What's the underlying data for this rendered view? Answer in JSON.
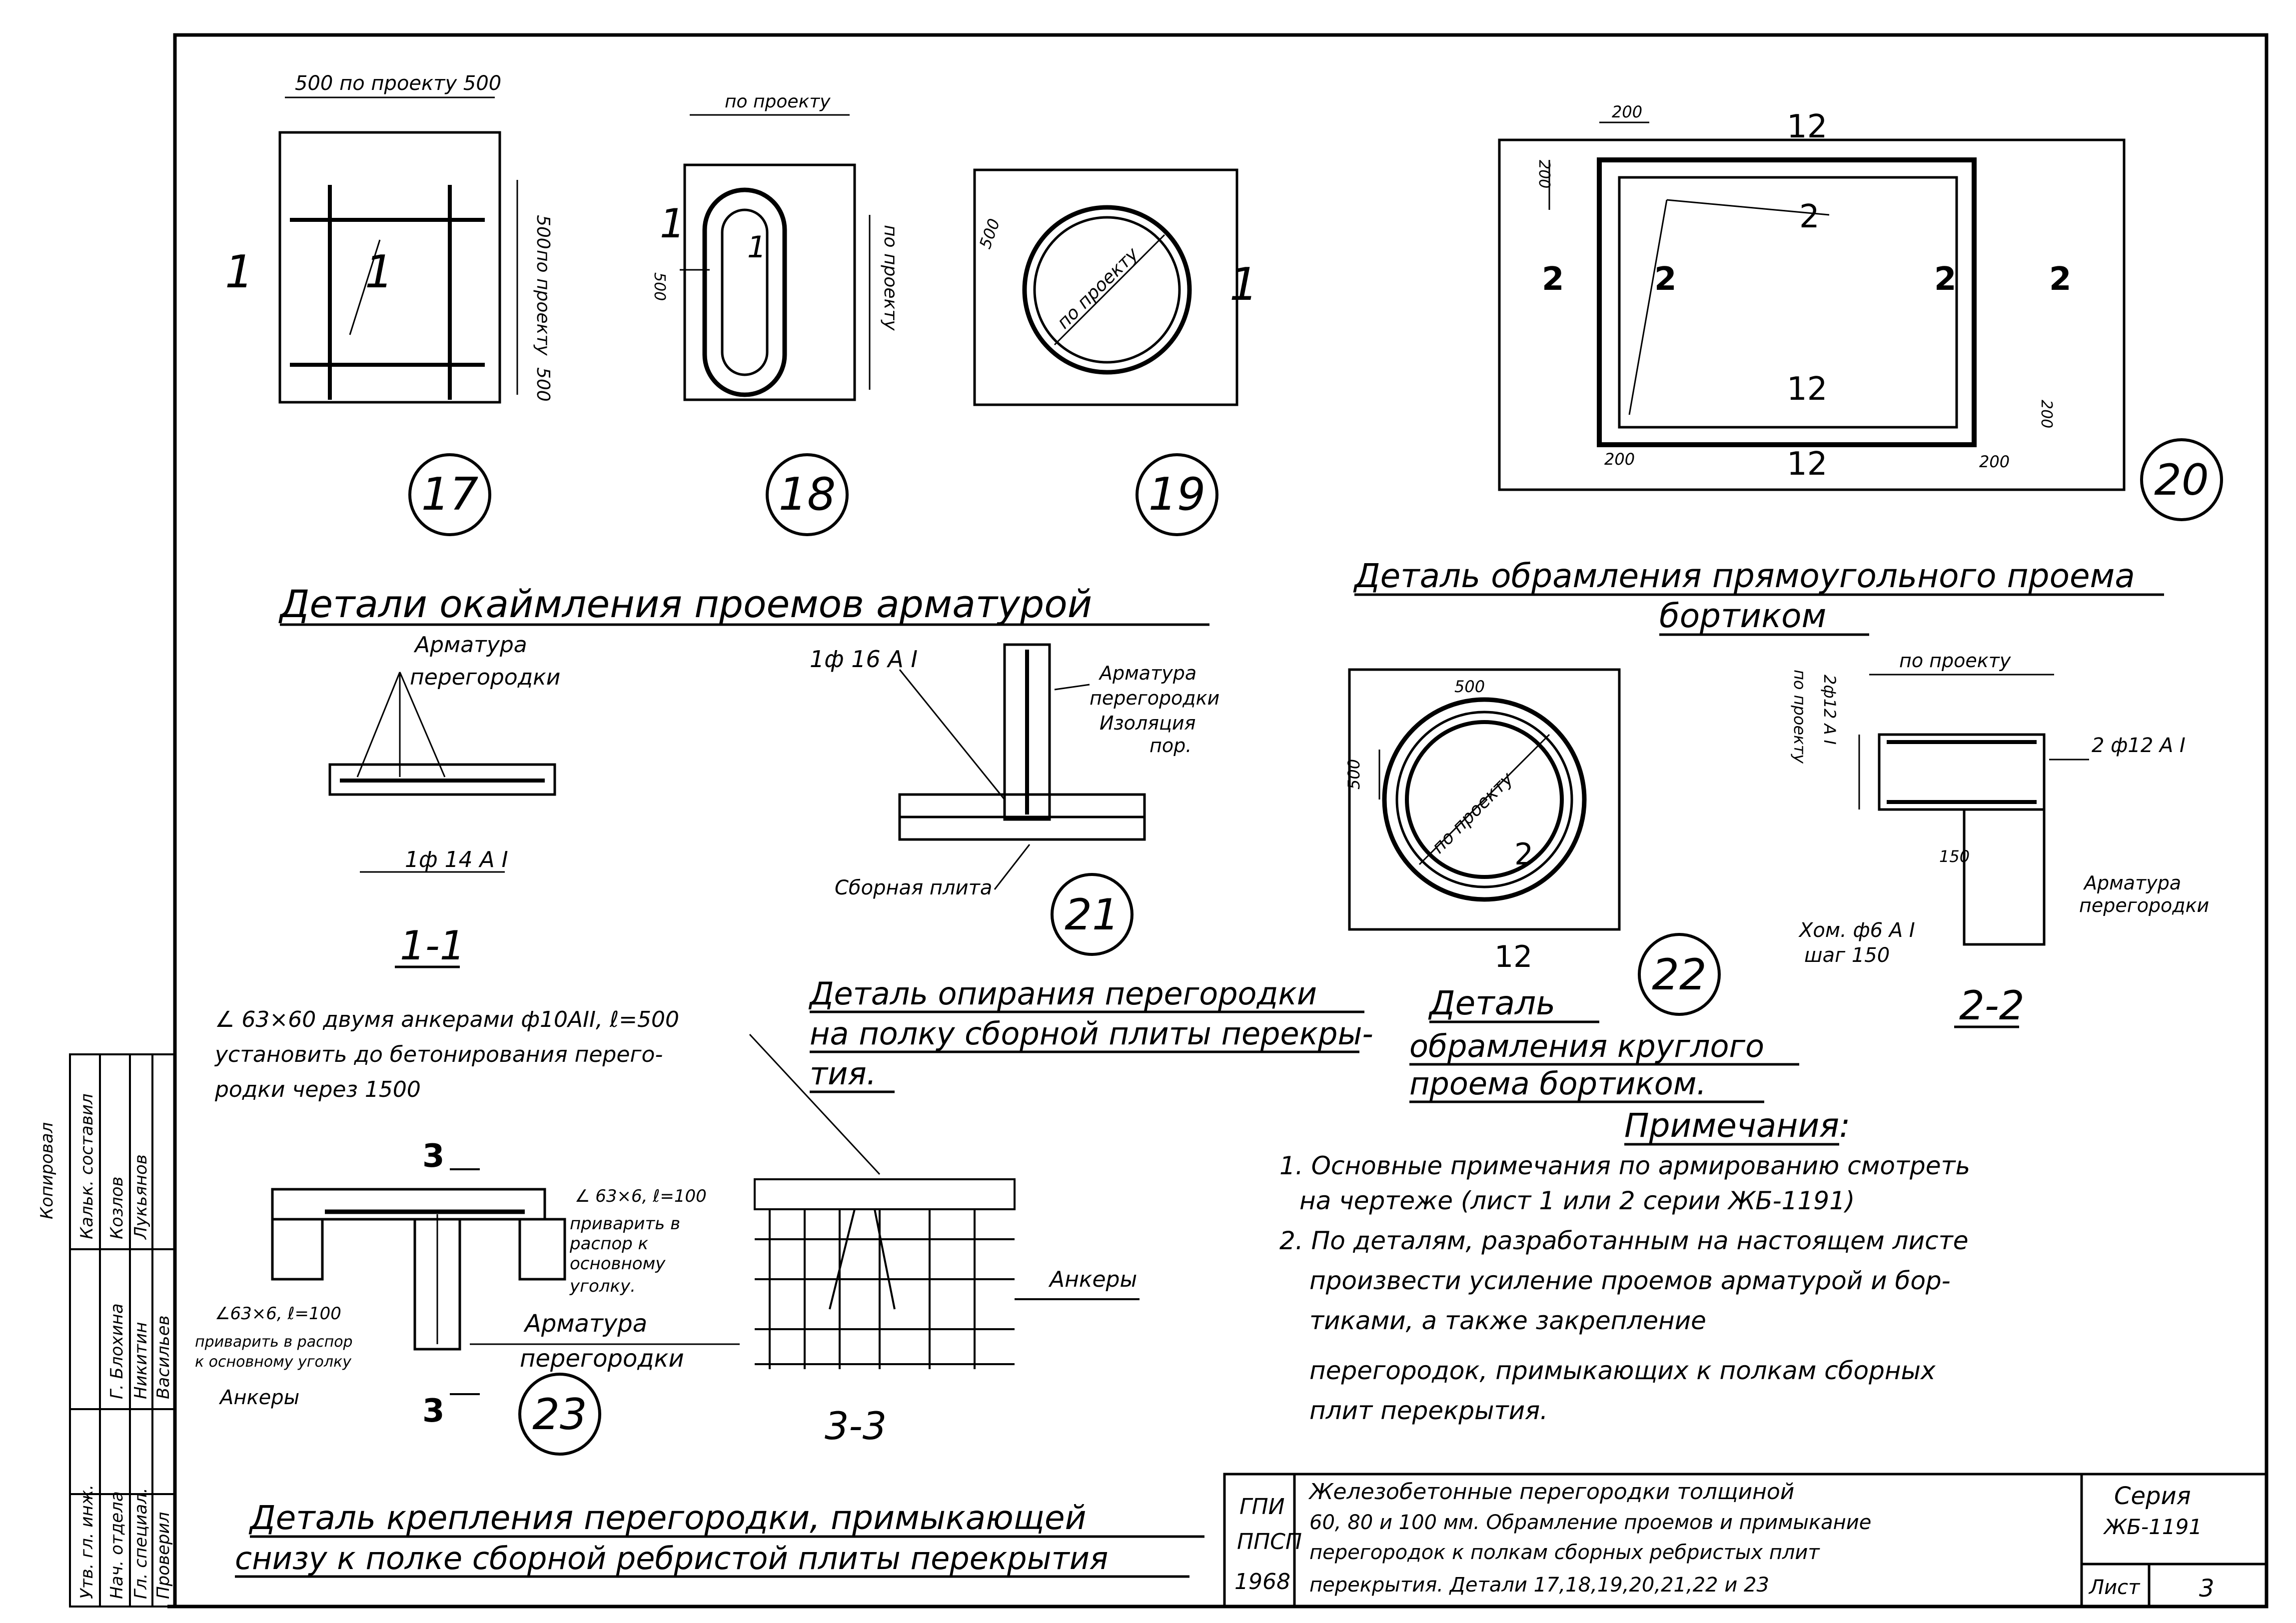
{
  "details": {
    "d17": {
      "num": "17",
      "dims_top": "500   по проекту   500",
      "dim_right_top": "500",
      "dim_right_mid": "по проекту",
      "dim_right_bot": "500",
      "section_mark": "1",
      "bar_mark": "1"
    },
    "d18": {
      "num": "18",
      "dim_top": "по проекту",
      "dim_left": "500",
      "dim_right": "по проекту",
      "section_mark": "1",
      "bar_mark": "1"
    },
    "d19": {
      "num": "19",
      "dim_left": "500",
      "dim_inner": "по проекту",
      "section_mark": "1"
    },
    "d20": {
      "num": "20",
      "dim_200_a": "200",
      "dim_200_b": "200",
      "dim_200_c": "200",
      "dim_200_d": "200",
      "dim_200_e": "200",
      "m12_top": "12",
      "m12_in_top": "2",
      "m12_in_bot": "12",
      "m12_bot": "12",
      "m2_left": "2",
      "m2_in_left": "2",
      "m2_in_right": "2",
      "m2_right": "2"
    },
    "d21": {
      "num": "21",
      "rebar_label": "1ф 16 А I",
      "lbl_arm1": "Арматура",
      "lbl_arm2": "перегородки",
      "lbl_arm3": "Изоляция",
      "lbl_arm4": "пор.",
      "slab_label": "Сборная плита"
    },
    "d22": {
      "num": "22",
      "dim_500_top": "500",
      "dim_500_left": "500",
      "dim_inner": "по проекту",
      "m2": "2",
      "m12": "12"
    },
    "d23": {
      "num": "23",
      "angle_note1": "∠ 63×60 двумя анкерами ф10АII, ℓ=500",
      "angle_note2": "установить до бетонирования перего-",
      "angle_note3": "родки через 1500",
      "sec3_top": "3",
      "sec3_bot": "3",
      "right_note1": "∠ 63×6, ℓ=100",
      "right_note2": "приварить в",
      "right_note3": "распор к",
      "right_note4": "основному",
      "right_note5": "уголку.",
      "left_note1": "∠63×6, ℓ=100",
      "left_note2": "приварить в распор",
      "left_note3": "к основному уголку",
      "anchors": "Анкеры",
      "arm1": "Арматура",
      "arm2": "перегородки",
      "anchors_r": "Анкеры"
    }
  },
  "sections": {
    "s11": {
      "label": "1-1",
      "arm1": "Арматура",
      "arm2": "перегородки",
      "bar": "1ф 14 А I"
    },
    "s22": {
      "label": "2-2",
      "dim_top": "по проекту",
      "dim_left": "по проекту",
      "dim_left2": "2ф12 А I",
      "bars_right": "2 ф12 А I",
      "dim_150": "150",
      "arm1": "Арматура",
      "arm2": "перегородки",
      "clamp1": "Хом. ф6 А I",
      "clamp2": "шаг 150"
    },
    "s33": {
      "label": "3-3"
    }
  },
  "captions": {
    "c_17_19": "Детали окаймления проемов арматурой",
    "c_20a": "Деталь обрамления прямоугольного проема",
    "c_20b": "бортиком",
    "c_21a": "Деталь опирания перегородки",
    "c_21b": "на полку сборной плиты перекры-",
    "c_21c": "тия.",
    "c_22a": "Деталь",
    "c_22b": "обрамления круглого",
    "c_22c": "проема бортиком.",
    "c_23a": "Деталь крепления перегородки, примыкающей",
    "c_23b": "снизу к полке сборной ребристой плиты перекрытия"
  },
  "notes": {
    "title": "Примечания:",
    "l1": "1. Основные примечания по армированию смотреть",
    "l2": "на чертеже (лист 1 или 2 серии ЖБ-1191)",
    "l3": "2. По деталям, разработанным на настоящем листе",
    "l4": "произвести усиление проемов арматурой и бор-",
    "l5": "тиками, а также закрепление",
    "l6": "перегородок, примыкающих к полкам сборных",
    "l7": "плит перекрытия."
  },
  "title_block": {
    "org1": "ГПИ",
    "org2": "ППСП",
    "year": "1968",
    "t1": "Железобетонные перегородки толщиной",
    "t2": "60, 80 и 100 мм. Обрамление проемов и примыкание",
    "t3": "перегородок к полкам сборных ребристых плит",
    "t4": "перекрытия. Детали 17,18,19,20,21,22 и 23",
    "series_label": "Серия",
    "series_value": "ЖБ-1191",
    "sheet_label": "Лист",
    "sheet_value": "3"
  },
  "side_stamp": {
    "c1": "Копировал",
    "c2": "Утв. гл. инж.",
    "c3": "Нач. отдела",
    "c4": "Гл. специал.",
    "c5": "Проверил",
    "c6": "Кальк. составил",
    "s1": "Г. Блохина",
    "s2": "Никитин",
    "s3": "Васильев",
    "s4": "Козлов",
    "s5": "Лукьянов"
  }
}
